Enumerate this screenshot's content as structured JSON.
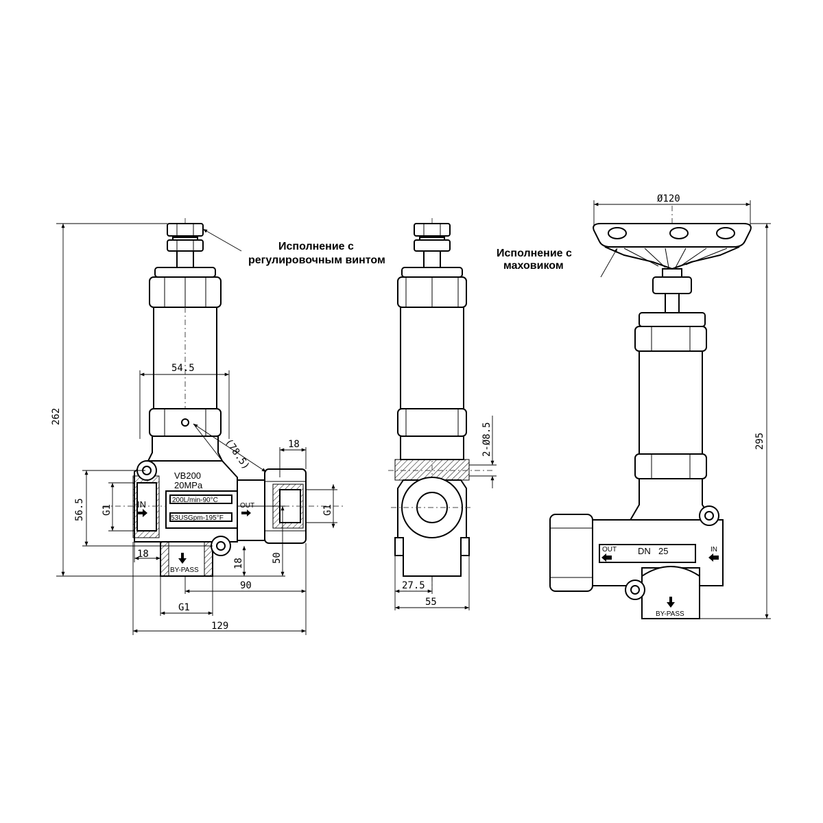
{
  "annotations": {
    "screw_line1": "Исполнение с",
    "screw_line2": "регулировочным винтом",
    "wheel_line1": "Исполнение с",
    "wheel_line2": "маховиком"
  },
  "left_view": {
    "model": "VB200",
    "pressure": "20MPa",
    "flow_metric": "200L/min-90°C",
    "flow_imperial": "53USGpm-195°F",
    "in_label": "IN",
    "out_label": "OUT",
    "bypass_label": "BY-PASS",
    "dims": {
      "total_height": "262",
      "body_width": "54.5",
      "diag": "(78.5)",
      "port_right": "18",
      "port_height": "56.5",
      "thread_left": "G1",
      "thread_right": "G1",
      "port_left_depth": "18",
      "bypass_depth": "18",
      "bypass_height": "50",
      "span_90": "90",
      "thread_bottom": "G1",
      "total_width": "129"
    }
  },
  "middle_view": {
    "dims": {
      "holes": "2-Ø8.5",
      "half_width": "27.5",
      "width": "55"
    }
  },
  "right_view": {
    "out_label": "OUT",
    "dn_label": "DN",
    "dn_value": "25",
    "in_label": "IN",
    "bypass_label": "BY-PASS",
    "dims": {
      "wheel_diameter": "Ø120",
      "total_height": "295"
    }
  }
}
